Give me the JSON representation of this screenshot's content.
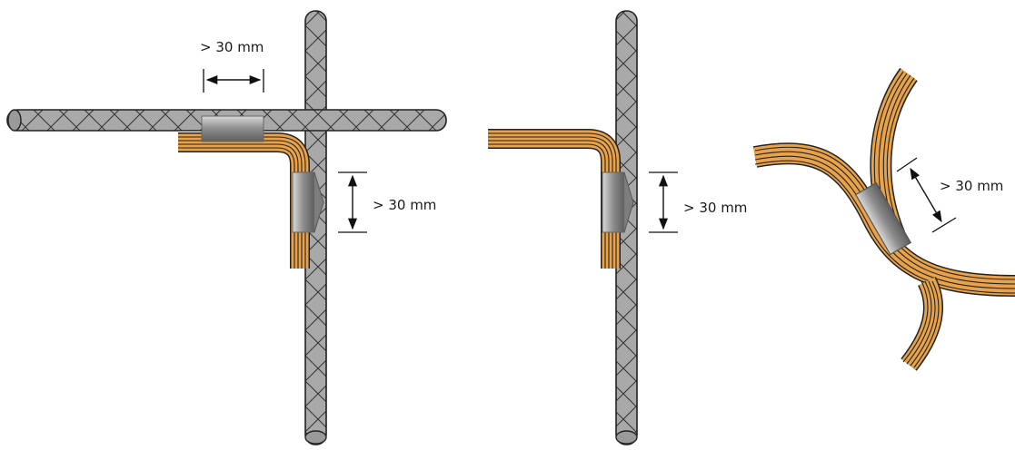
{
  "labels": {
    "left_horizontal": "> 30 mm",
    "left_vertical": "> 30 mm",
    "middle_vertical": "> 30 mm",
    "right_diagonal": "> 30 mm"
  }
}
